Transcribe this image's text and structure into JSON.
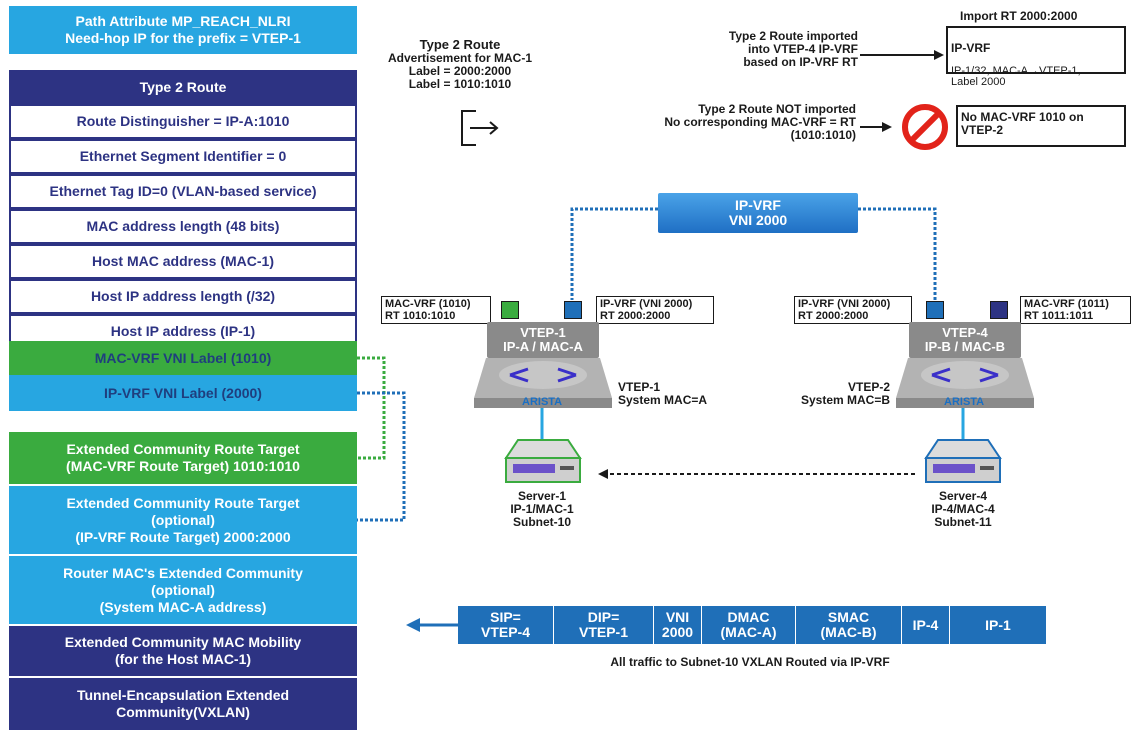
{
  "left_column": {
    "path_attr": "Path Attribute MP_REACH_NLRI\nNeed-hop IP for the prefix = VTEP-1",
    "type2_header": "Type 2 Route",
    "fields": [
      "Route Distinguisher = IP-A:1010",
      "Ethernet Segment Identifier = 0",
      "Ethernet Tag ID=0 (VLAN-based service)",
      "MAC address length (48 bits)",
      "Host MAC address (MAC-1)",
      "Host IP address length (/32)",
      "Host IP address (IP-1)"
    ],
    "macvrf_label": "MAC-VRF VNI Label (1010)",
    "ipvrf_label": "IP-VRF VNI Label (2000)",
    "ext_comm_macvrf": "Extended Community Route Target\n(MAC-VRF Route Target) 1010:1010",
    "ext_comm_ipvrf": "Extended Community Route Target\n(optional)\n(IP-VRF Route Target) 2000:2000",
    "router_mac": "Router MAC's Extended Community\n(optional)\n(System MAC-A address)",
    "mac_mobility": "Extended Community MAC Mobility\n(for the Host MAC-1)",
    "tunnel_encap": "Tunnel-Encapsulation Extended\nCommunity(VXLAN)"
  },
  "advert": {
    "title": "Type 2 Route",
    "body": "Advertisement for MAC-1\nLabel = 2000:2000\nLabel = 1010:1010"
  },
  "imported": {
    "header": "Import RT 2000:2000",
    "text": "Type 2 Route imported\ninto VTEP-4 IP-VRF\nbased on IP-VRF RT",
    "box_title": "IP-VRF",
    "box_body": "IP-1/32, MAC-A→VTEP-1,\nLabel 2000"
  },
  "not_imported": {
    "text": "Type 2 Route NOT imported\nNo corresponding MAC-VRF = RT\n(1010:1010)",
    "box": "No MAC-VRF 1010 on\nVTEP-2"
  },
  "ipvrf_banner": {
    "line1": "IP-VRF",
    "line2": "VNI 2000"
  },
  "vtep1": {
    "macvrf_tag": "MAC-VRF (1010)\nRT 1010:1010",
    "ipvrf_tag": "IP-VRF (VNI 2000)\nRT 2000:2000",
    "name": "VTEP-1",
    "addr": "IP-A / MAC-A",
    "brand": "ARISTA",
    "sys": "VTEP-1\nSystem MAC=A"
  },
  "vtep4": {
    "ipvrf_tag": "IP-VRF (VNI 2000)\nRT 2000:2000",
    "macvrf_tag": "MAC-VRF (1011)\nRT 1011:1011",
    "name": "VTEP-4",
    "addr": "IP-B / MAC-B",
    "brand": "ARISTA",
    "sys": "VTEP-2\nSystem MAC=B"
  },
  "server1": "Server-1\nIP-1/MAC-1\nSubnet-10",
  "server4": "Server-4\nIP-4/MAC-4\nSubnet-11",
  "packet": {
    "cells": [
      "SIP=\nVTEP-4",
      "DIP=\nVTEP-1",
      "VNI\n2000",
      "DMAC\n(MAC-A)",
      "SMAC\n(MAC-B)",
      "IP-4",
      "IP-1"
    ],
    "caption": "All traffic to Subnet-10 VXLAN Routed via IP-VRF"
  },
  "colors": {
    "navy": "#2d3383",
    "cyan": "#27a6e1",
    "green": "#3aab3f",
    "packet_blue": "#1f6fb8",
    "no_entry_red": "#e2231a"
  }
}
